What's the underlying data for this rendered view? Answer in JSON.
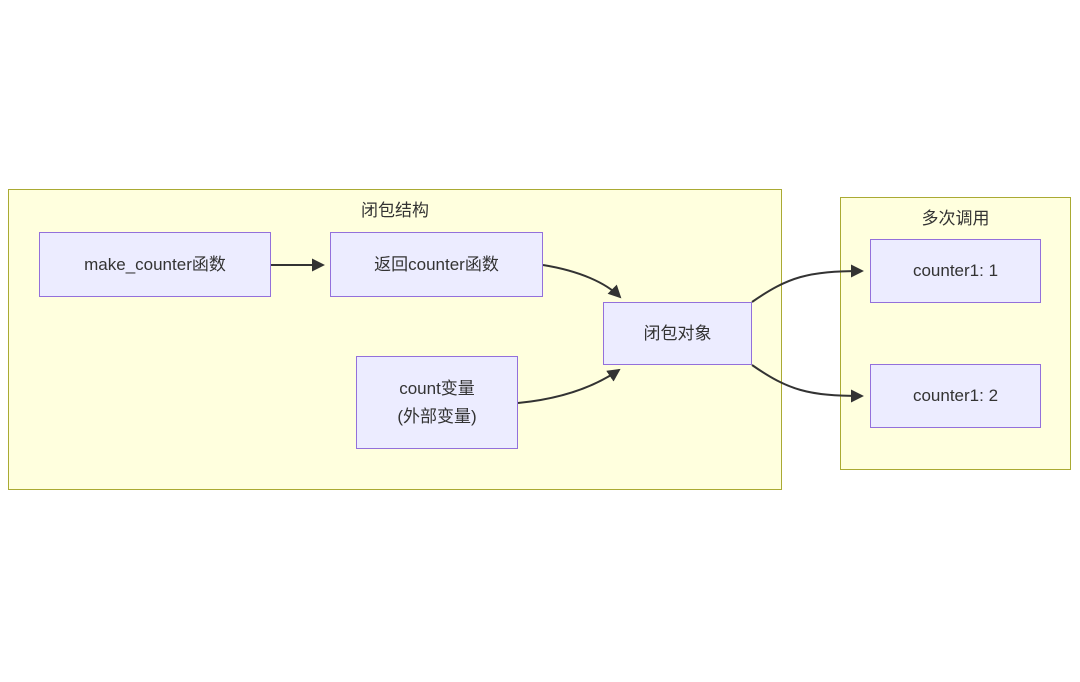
{
  "diagram": {
    "type": "flowchart",
    "colors": {
      "background": "#ffffff",
      "cluster_fill": "#ffffde",
      "cluster_border": "#aaaa33",
      "node_fill": "#ececff",
      "node_border": "#9370db",
      "edge_stroke": "#333333",
      "text": "#333333"
    },
    "clusters": [
      {
        "id": "closure-structure",
        "label": "闭包结构"
      },
      {
        "id": "multiple-calls",
        "label": "多次调用"
      }
    ],
    "nodes": [
      {
        "id": "make-counter",
        "label": "make_counter函数",
        "cluster": "closure-structure"
      },
      {
        "id": "return-counter",
        "label": "返回counter函数",
        "cluster": "closure-structure"
      },
      {
        "id": "count-var",
        "lines": [
          "count变量",
          "(外部变量)"
        ],
        "cluster": "closure-structure"
      },
      {
        "id": "closure-object",
        "label": "闭包对象",
        "cluster": "closure-structure"
      },
      {
        "id": "counter1-1",
        "label": "counter1: 1",
        "cluster": "multiple-calls"
      },
      {
        "id": "counter1-2",
        "label": "counter1: 2",
        "cluster": "multiple-calls"
      }
    ],
    "edges": [
      {
        "from": "make-counter",
        "to": "return-counter"
      },
      {
        "from": "return-counter",
        "to": "closure-object"
      },
      {
        "from": "count-var",
        "to": "closure-object"
      },
      {
        "from": "closure-object",
        "to": "counter1-1"
      },
      {
        "from": "closure-object",
        "to": "counter1-2"
      }
    ]
  }
}
